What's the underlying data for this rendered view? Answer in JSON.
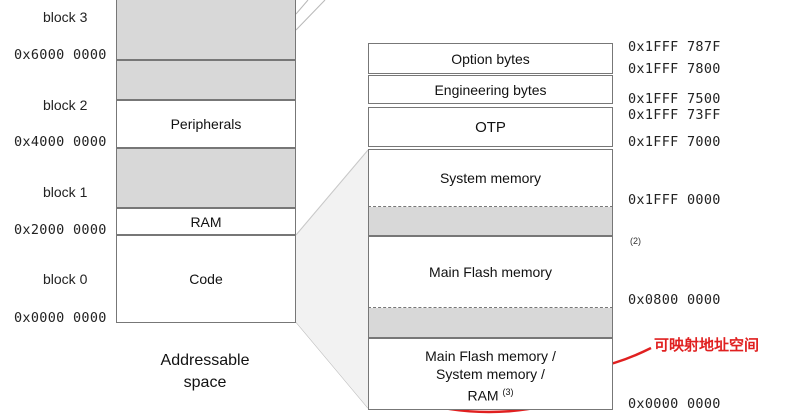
{
  "left_map": {
    "block_labels": {
      "block3": "block 3",
      "block2": "block 2",
      "block1": "block 1",
      "block0": "block 0"
    },
    "addresses": {
      "a6000": "0x6000 0000",
      "a4000": "0x4000 0000",
      "a2000": "0x2000 0000",
      "a0000": "0x0000 0000"
    },
    "regions": {
      "peripherals": "Peripherals",
      "ram": "RAM",
      "code": "Code"
    },
    "caption_line1": "Addressable",
    "caption_line2": "space"
  },
  "right_map": {
    "regions": {
      "option_bytes": "Option bytes",
      "engineering_bytes": "Engineering bytes",
      "otp": "OTP",
      "system_memory": "System memory",
      "main_flash": "Main Flash memory",
      "aliased_line1": "Main Flash memory /",
      "aliased_line2": "System memory /",
      "aliased_line3": "RAM",
      "aliased_note": "(3)"
    },
    "addresses": {
      "a787f": "0x1FFF 787F",
      "a7800": "0x1FFF 7800",
      "a7500": "0x1FFF 7500",
      "a73ff": "0x1FFF 73FF",
      "a7000": "0x1FFF 7000",
      "a0000": "0x1FFF 0000",
      "note2": "(2)",
      "a08000": "0x0800 0000",
      "a00000": "0x0000 0000"
    }
  },
  "annotation": {
    "text": "可映射地址空间",
    "color": "#e02020"
  }
}
